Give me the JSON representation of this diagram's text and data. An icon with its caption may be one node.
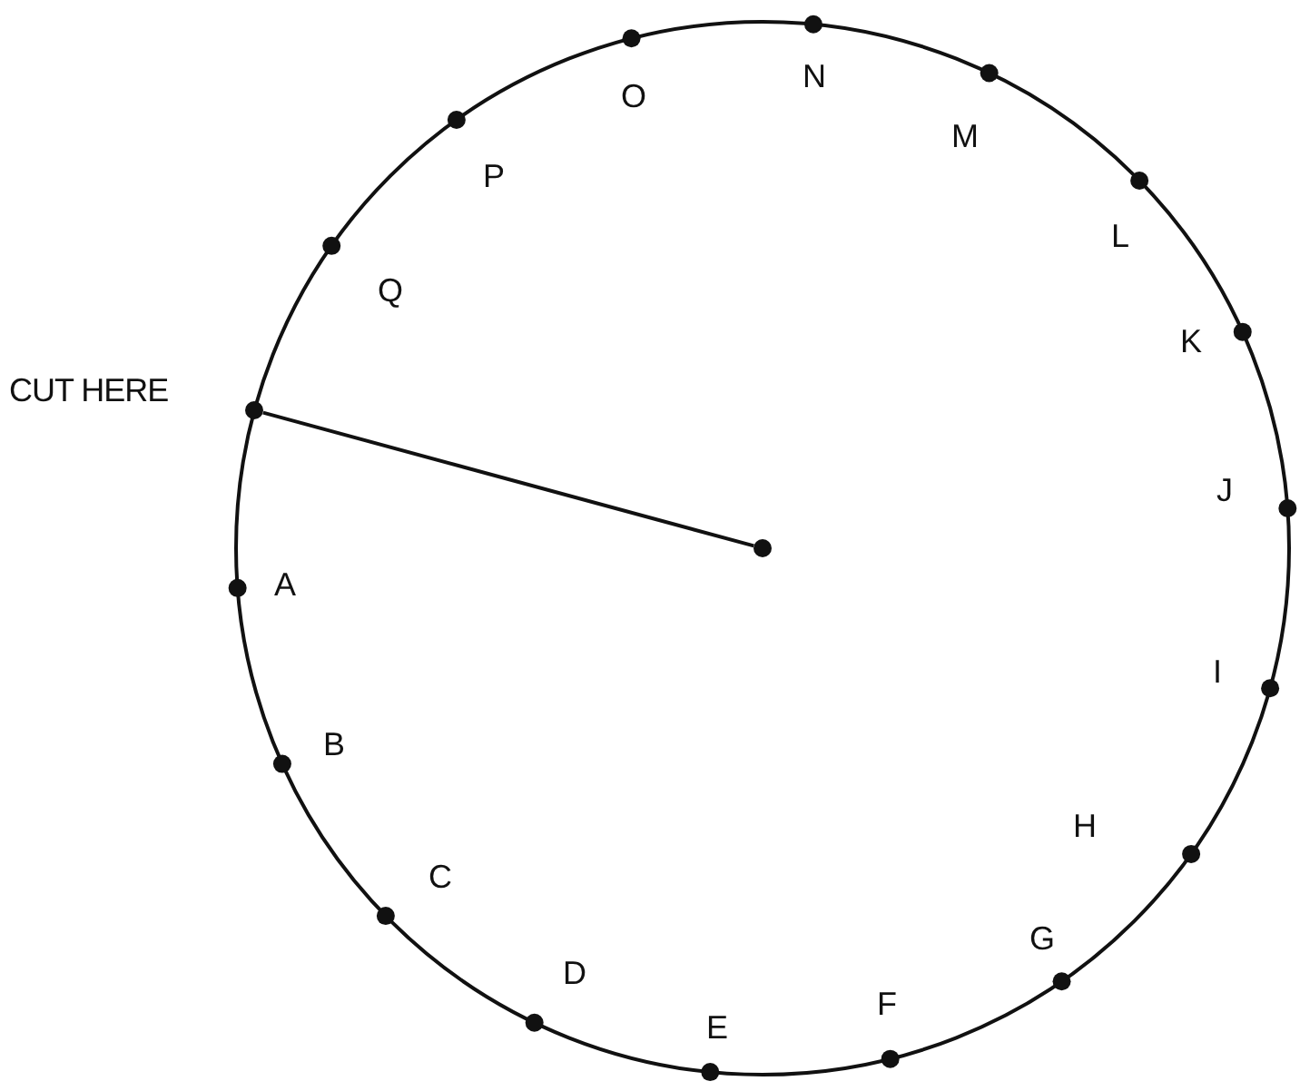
{
  "diagram": {
    "nodes": [
      {
        "text": [],
        "shape": "circle",
        "beside": [
          "CUT HERE"
        ]
      },
      {
        "text": [],
        "shape": "circle"
      }
    ],
    "edges": [
      {
        "from": 1,
        "to": 0,
        "arrow": "none"
      }
    ],
    "labels": [
      "A",
      "B",
      "C",
      "D",
      "E",
      "F",
      "G",
      "H",
      "I",
      "J",
      "K",
      "L",
      "M",
      "N",
      "O",
      "P",
      "Q"
    ]
  }
}
